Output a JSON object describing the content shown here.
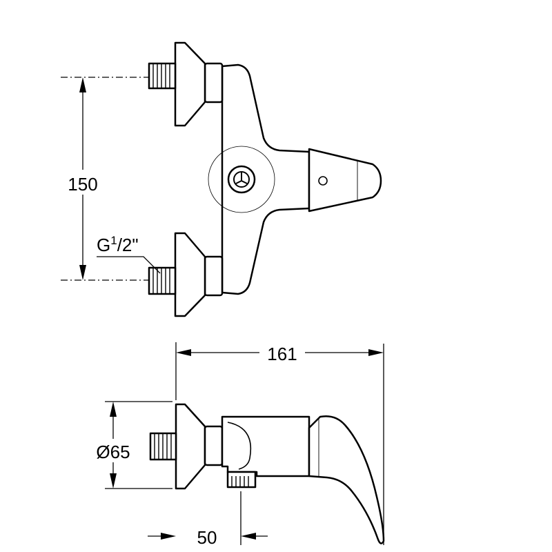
{
  "dimensions": {
    "height_between_inlets": "150",
    "thread_prefix": "G",
    "thread_numerator": "1",
    "thread_suffix": "/2\"",
    "overall_length": "161",
    "flange_diameter": "Ø65",
    "wall_offset": "50"
  },
  "colors": {
    "line": "#000000",
    "background": "#ffffff"
  }
}
